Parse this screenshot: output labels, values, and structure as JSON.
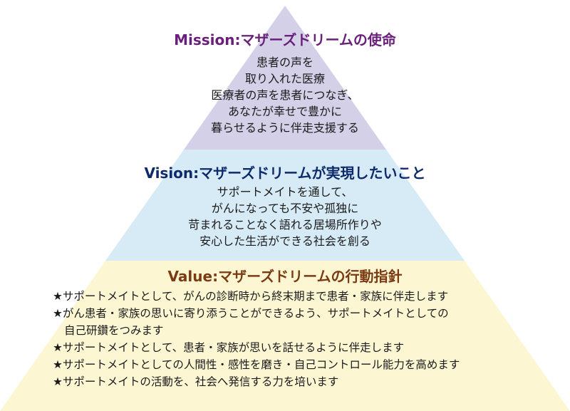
{
  "colors": {
    "mission_fill": "#d3d0e8",
    "vision_fill": "#d6ebf6",
    "value_fill": "#fdf6d3",
    "mission_title": "#6a1f7a",
    "vision_title": "#0f2a6b",
    "value_title": "#7a3a12"
  },
  "mission": {
    "title": "Mission:マザーズドリームの使命",
    "lines": [
      "患者の声を",
      "取り入れた医療",
      "医療者の声を患者につなぎ、",
      "あなたが幸せで豊かに",
      "暮らせるように伴走支援する"
    ]
  },
  "vision": {
    "title": "Vision:マザーズドリームが実現したいこと",
    "lines": [
      "サポートメイトを通して、",
      "がんになっても不安や孤独に",
      "苛まれることなく語れる居場所作りや",
      "安心した生活ができる社会を創る"
    ]
  },
  "value": {
    "title": "Value:マザーズドリームの行動指針",
    "items": [
      "★サポートメイトとして、がんの診断時から終末期まで患者・家族に伴走します",
      "★がん患者・家族の思いに寄り添うことができるよう、サポートメイトとしての",
      "自己研鑽をつみます",
      "★サポートメイトとして、患者・家族が思いを話せるように伴走します",
      "★サポートメイトとしての人間性・感性を磨き・自己コントロール能力を高めます",
      "★サポートメイトの活動を、社会へ発信する力を培います"
    ]
  }
}
